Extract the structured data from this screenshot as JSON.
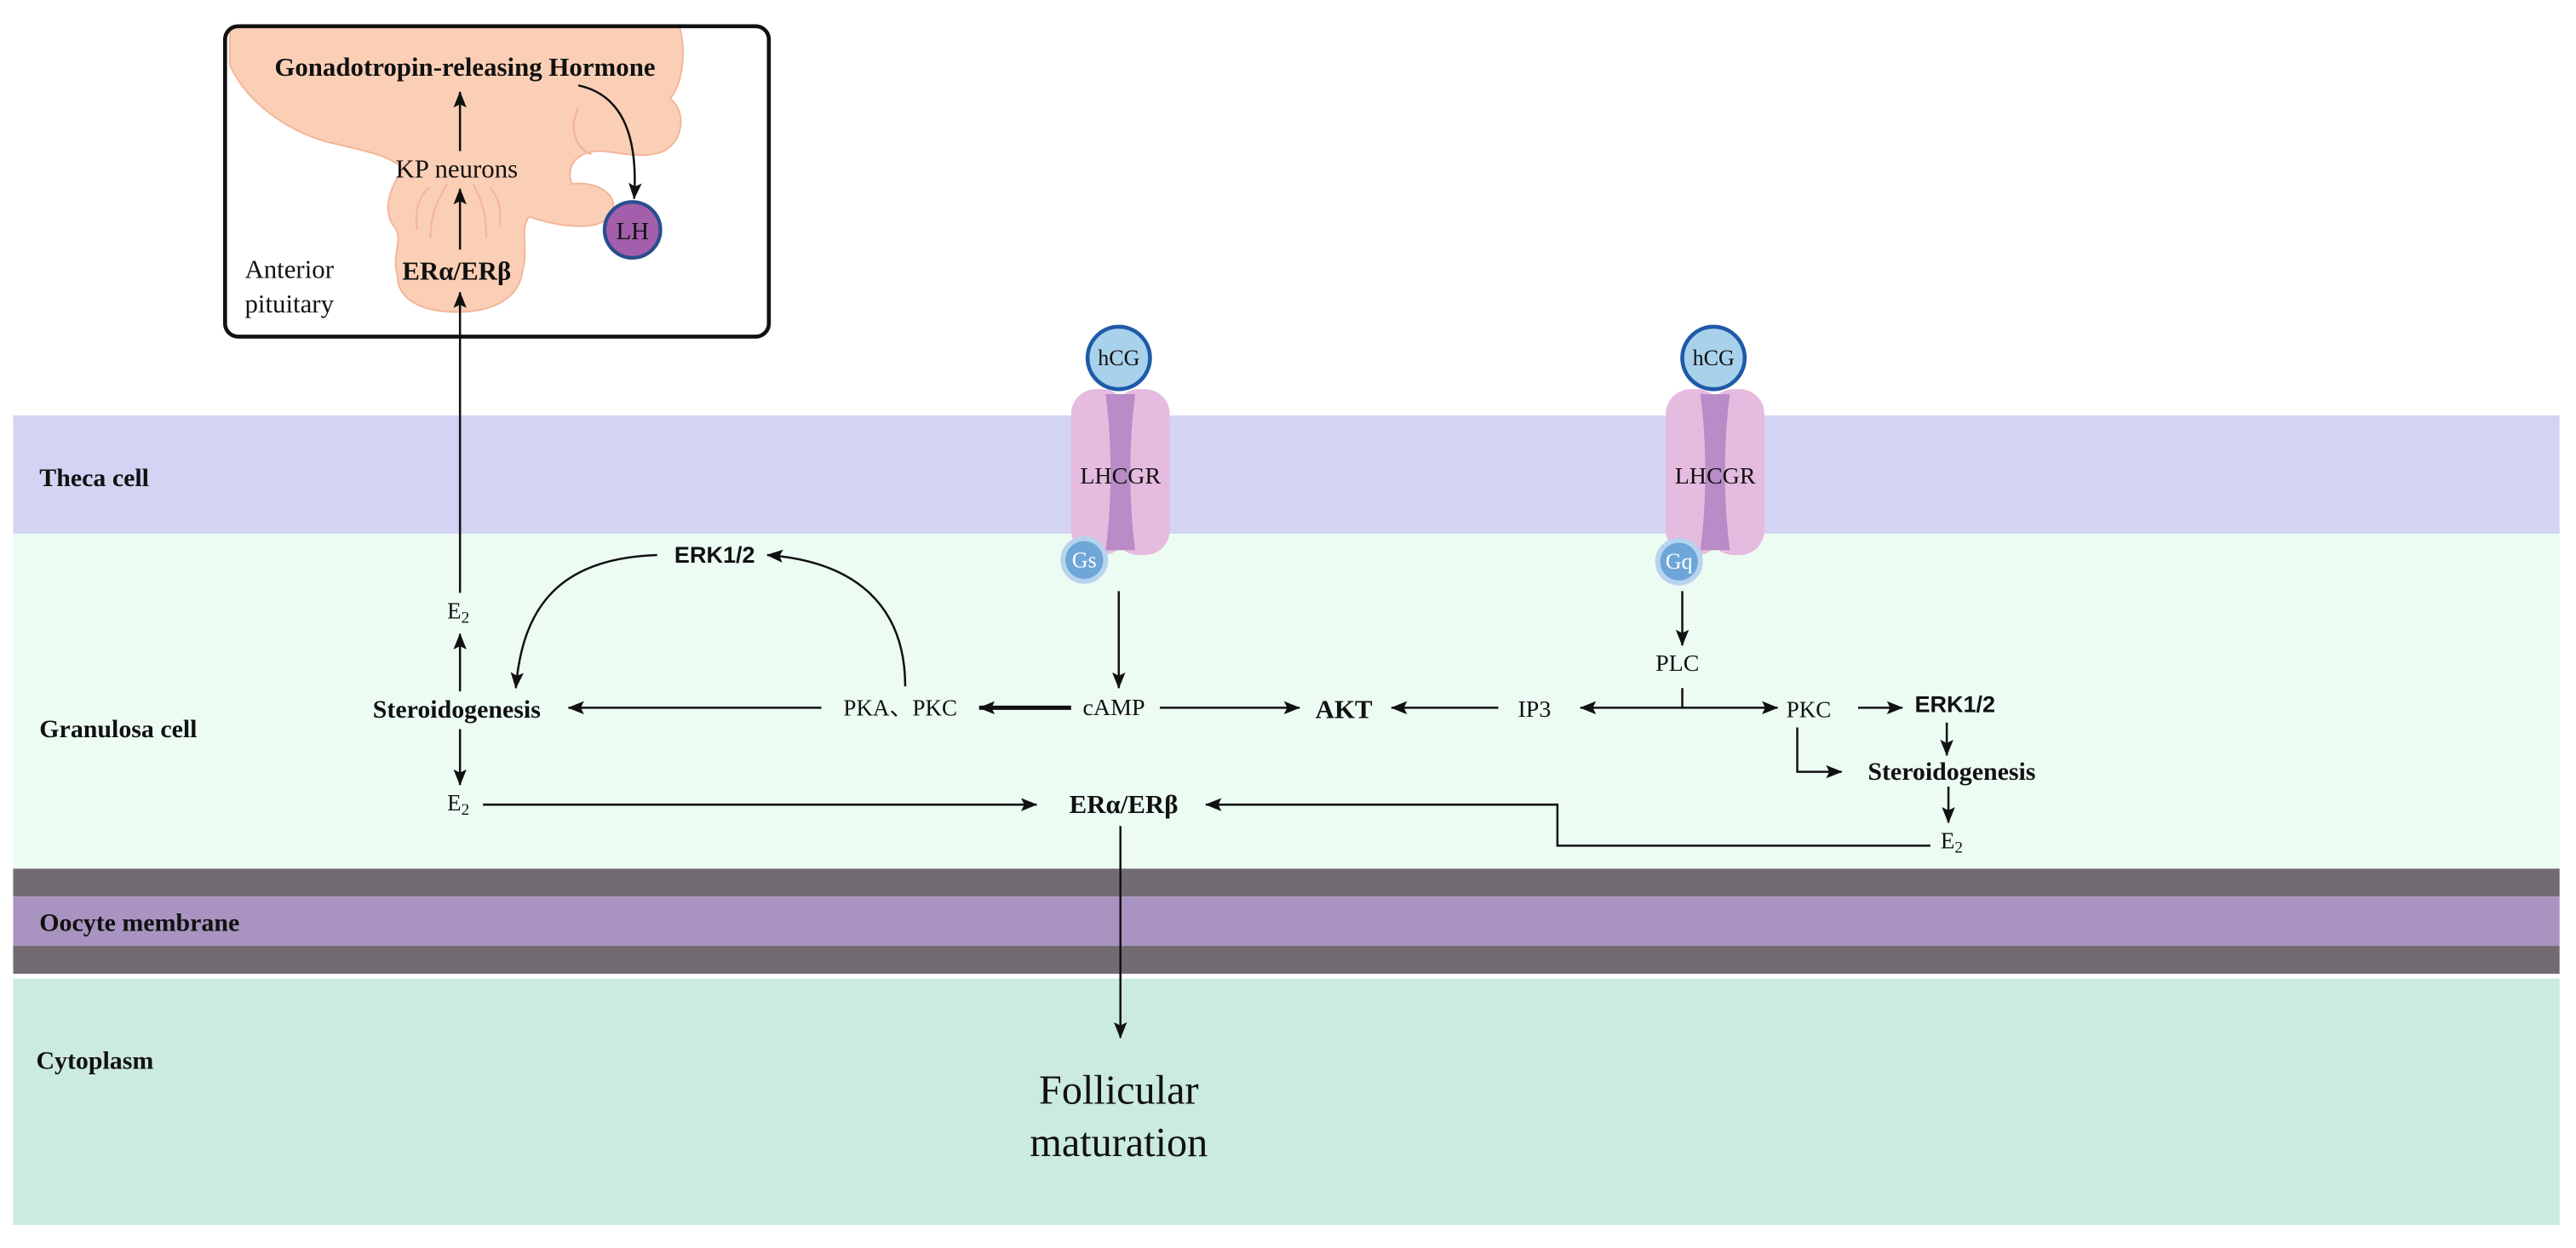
{
  "pituitary_box": {
    "gnrh": "Gonadotropin-releasing Hormone",
    "kp_neurons": "KP neurons",
    "er": "ERα/ERβ",
    "anterior": "Anterior",
    "pituitary": "pituitary",
    "lh": "LH"
  },
  "bands": {
    "theca": "Theca cell",
    "granulosa": "Granulosa cell",
    "oocyte_membrane": "Oocyte membrane",
    "cytoplasm": "Cytoplasm"
  },
  "receptors": [
    {
      "ligand": "hCG",
      "receptor": "LHCGR",
      "g_protein": "Gs"
    },
    {
      "ligand": "hCG",
      "receptor": "LHCGR",
      "g_protein": "Gq"
    }
  ],
  "nodes": {
    "e2": {
      "base": "E",
      "sub": "2"
    },
    "steroidogenesis": "Steroidogenesis",
    "erk": "ERK1/2",
    "pka_pkc": "PKA、PKC",
    "camp": "cAMP",
    "akt": "AKT",
    "ip3": "IP3",
    "plc": "PLC",
    "pkc": "PKC",
    "er": "ERα/ERβ",
    "outcome_line1": "Follicular",
    "outcome_line2": "maturation"
  },
  "colors": {
    "theca": "#d3d3f3",
    "granulosa": "#ecfcf3",
    "membrane_dark": "#726b72",
    "oocyte": "#a994c1",
    "cytoplasm": "#cbeae0",
    "pituitary": "#fbcfb6",
    "receptor": "#e6bbe0",
    "receptor_core": "#b98bc7",
    "hcg": "#a8d1eb",
    "hcg_outline": "#1f5aa8",
    "g_protein": "#6ea6d8",
    "lh": "#a35fab"
  }
}
